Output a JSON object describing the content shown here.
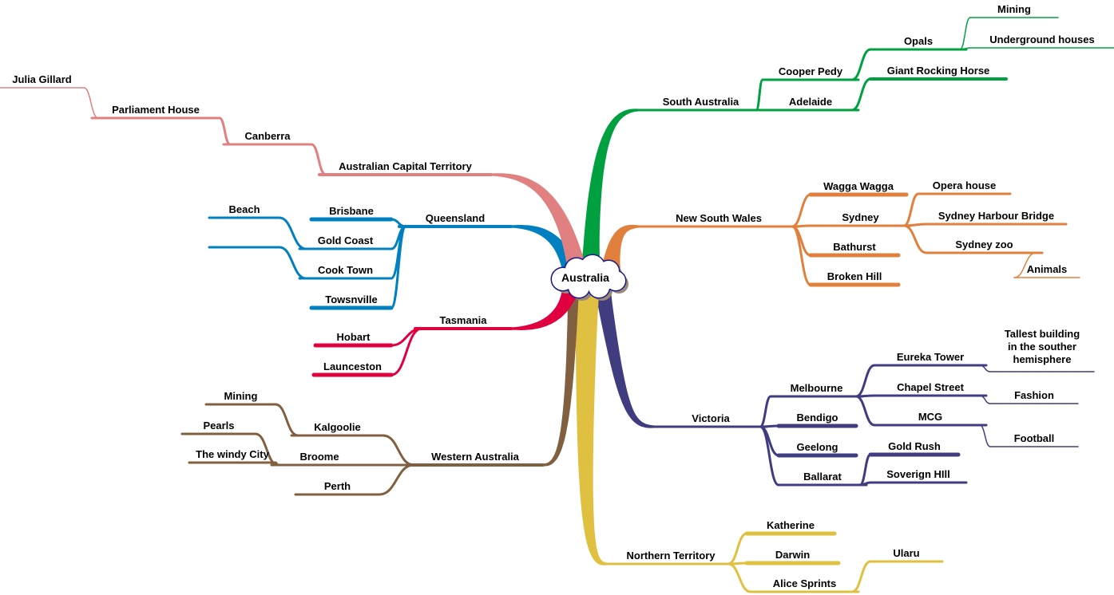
{
  "center": {
    "label": "Australia"
  },
  "branches": [
    {
      "label": "South Australia",
      "color": "#00a040",
      "children": [
        {
          "label": "Cooper Pedy",
          "children": [
            {
              "label": "Opals",
              "children": [
                {
                  "label": "Mining"
                },
                {
                  "label": "Underground houses"
                }
              ]
            }
          ]
        },
        {
          "label": "Adelaide",
          "children": [
            {
              "label": "Giant Rocking Horse"
            }
          ]
        }
      ]
    },
    {
      "label": "New South Wales",
      "color": "#e0803c",
      "children": [
        {
          "label": "Wagga Wagga"
        },
        {
          "label": "Sydney",
          "children": [
            {
              "label": "Opera house"
            },
            {
              "label": "Sydney Harbour Bridge"
            },
            {
              "label": "Sydney zoo",
              "children": [
                {
                  "label": "Animals"
                }
              ]
            }
          ]
        },
        {
          "label": "Bathurst"
        },
        {
          "label": "Broken Hill"
        }
      ]
    },
    {
      "label": "Victoria",
      "color": "#403c80",
      "children": [
        {
          "label": "Melbourne",
          "children": [
            {
              "label": "Eureka Tower",
              "children": [
                {
                  "lines": [
                    "Tallest building",
                    "in the souther",
                    "hemisphere"
                  ]
                }
              ]
            },
            {
              "label": "Chapel Street",
              "children": [
                {
                  "label": "Fashion"
                }
              ]
            },
            {
              "label": "MCG",
              "children": [
                {
                  "label": "Football"
                }
              ]
            }
          ]
        },
        {
          "label": "Bendigo"
        },
        {
          "label": "Geelong"
        },
        {
          "label": "Ballarat",
          "children": [
            {
              "label": "Gold Rush"
            },
            {
              "label": "Soverign HIll"
            }
          ]
        }
      ]
    },
    {
      "label": "Northern Territory",
      "color": "#e0c040",
      "children": [
        {
          "label": "Katherine"
        },
        {
          "label": "Darwin"
        },
        {
          "label": "Alice Sprints",
          "children": [
            {
              "label": "Ularu"
            }
          ]
        }
      ]
    },
    {
      "label": "Western Australia",
      "color": "#806040",
      "children": [
        {
          "label": "Kalgoolie",
          "children": [
            {
              "label": "Mining"
            }
          ]
        },
        {
          "label": "Broome",
          "children": [
            {
              "label": "Pearls"
            },
            {
              "label": "The windy City"
            }
          ]
        },
        {
          "label": "Perth"
        }
      ]
    },
    {
      "label": "Tasmania",
      "color": "#e00040",
      "children": [
        {
          "label": "Hobart"
        },
        {
          "label": "Launceston"
        }
      ]
    },
    {
      "label": "Queensland",
      "color": "#0080c0",
      "children": [
        {
          "label": "Brisbane"
        },
        {
          "label": "Gold Coast",
          "children": [
            {
              "label": "Beach"
            }
          ]
        },
        {
          "label": "Cook Town",
          "children": [
            {
              "label": ""
            }
          ]
        },
        {
          "label": "Towsnville"
        }
      ]
    },
    {
      "label": "Australian Capital Territory",
      "color": "#e08080",
      "children": [
        {
          "label": "Canberra",
          "children": [
            {
              "label": "Parliament House",
              "children": [
                {
                  "label": "Julia Gillard"
                }
              ]
            }
          ]
        }
      ]
    }
  ]
}
